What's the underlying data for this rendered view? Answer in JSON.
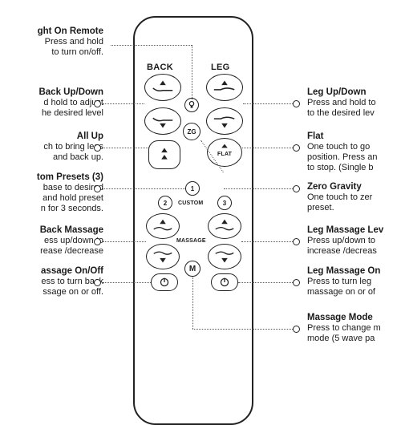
{
  "remote": {
    "back_label": "BACK",
    "leg_label": "LEG",
    "zg_label": "ZG",
    "flat_label": "FLAT",
    "custom_label": "CUSTOM",
    "preset_1": "1",
    "preset_2": "2",
    "preset_3": "3",
    "massage_label": "MASSAGE",
    "mode_label": "M",
    "light_icon": "light-bulb-icon",
    "power_icon": "power-icon"
  },
  "callouts_left": [
    {
      "title": "ght On Remote",
      "lines": [
        "Press and hold",
        "to turn on/off."
      ]
    },
    {
      "title": "Back Up/Down",
      "lines": [
        "d hold to adjust",
        "he desired level"
      ]
    },
    {
      "title": "All Up",
      "lines": [
        "ch to bring legs",
        "and back up."
      ]
    },
    {
      "title": "tom Presets (3)",
      "lines": [
        "base to desired",
        "and hold preset",
        "n for 3 seconds."
      ]
    },
    {
      "title": "Back Massage",
      "lines": [
        "ess up/down to",
        "rease /decrease"
      ]
    },
    {
      "title": "assage On/Off",
      "lines": [
        "ess to turn back",
        "ssage on or off."
      ]
    }
  ],
  "callouts_right": [
    {
      "title": "Leg Up/Down",
      "lines": [
        "Press and hold to",
        "to the desired lev"
      ]
    },
    {
      "title": "Flat",
      "lines": [
        "One touch to go",
        "position. Press an",
        "to stop. (Single b"
      ]
    },
    {
      "title": "Zero Gravity",
      "lines": [
        "One touch to zer",
        "preset."
      ]
    },
    {
      "title": "Leg Massage Lev",
      "lines": [
        "Press up/down to",
        "increase /decreas"
      ]
    },
    {
      "title": "Leg Massage On",
      "lines": [
        "Press to turn leg",
        "massage on or of"
      ]
    },
    {
      "title": "Massage Mode",
      "lines": [
        "Press to change m",
        "mode (5 wave pa"
      ]
    }
  ]
}
